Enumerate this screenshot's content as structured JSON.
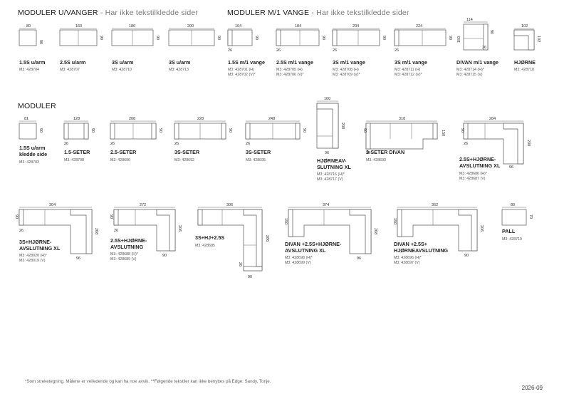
{
  "sections": [
    {
      "title": "MODULER U/VANGER",
      "subtitle": "- Har ikke tekstilkledde sider"
    },
    {
      "title": "MODULER M/1 VANGE",
      "subtitle": "- Har ikke tekstilkledde sider"
    },
    {
      "title": "MODULER",
      "subtitle": ""
    }
  ],
  "items": [
    {
      "name": [
        "1.5S u/arm"
      ],
      "codes": [
        "M3: 428704"
      ],
      "dims": [
        "80",
        "90"
      ]
    },
    {
      "name": [
        "2.5S u/arm"
      ],
      "codes": [
        "M3: 428707"
      ],
      "dims": [
        "160",
        "90"
      ]
    },
    {
      "name": [
        "3S u/arm"
      ],
      "codes": [
        "M3: 428710"
      ],
      "dims": [
        "180",
        "90"
      ]
    },
    {
      "name": [
        "3S u/arm"
      ],
      "codes": [
        "M3: 428713"
      ],
      "dims": [
        "200",
        "90"
      ]
    },
    {
      "name": [
        "1.5S m/1 vange"
      ],
      "codes": [
        "M3: 428701 (H)",
        "M3: 428702 (V)*"
      ],
      "dims": [
        "104",
        "90",
        "26"
      ]
    },
    {
      "name": [
        "2.5S m/1 vange"
      ],
      "codes": [
        "M3: 428705 (H)",
        "M3: 428706 (V)*"
      ],
      "dims": [
        "184",
        "90",
        "26"
      ]
    },
    {
      "name": [
        "3S m/1 vange"
      ],
      "codes": [
        "M3: 428708 (H)",
        "M3: 428709 (V)*"
      ],
      "dims": [
        "204",
        "90",
        "26"
      ]
    },
    {
      "name": [
        "3S m/1 vange"
      ],
      "codes": [
        "M3: 428711 (H)",
        "M3: 428712 (V)*"
      ],
      "dims": [
        "224",
        "90",
        "26"
      ]
    },
    {
      "name": [
        "DIVAN m/1 vange"
      ],
      "codes": [
        "M3: 428714 (H)*",
        "M3: 428715 (V)"
      ],
      "dims": [
        "114",
        "90",
        "150",
        "26"
      ]
    },
    {
      "name": [
        "HJØRNE"
      ],
      "codes": [
        "M3: 428718"
      ],
      "dims": [
        "102",
        "102"
      ]
    },
    {
      "name": [
        "1.5S u/arm",
        "kledde side"
      ],
      "codes": [
        "M3: 428703"
      ],
      "dims": [
        "81",
        "90"
      ]
    },
    {
      "name": [
        "1.5-SETER"
      ],
      "codes": [
        "M3: 428700"
      ],
      "dims": [
        "128",
        "90",
        "26"
      ]
    },
    {
      "name": [
        "2.5-SETER"
      ],
      "codes": [
        "M3: 428690"
      ],
      "dims": [
        "208",
        "90",
        "26"
      ]
    },
    {
      "name": [
        "3S-SETER"
      ],
      "codes": [
        "M3: 428692"
      ],
      "dims": [
        "228",
        "90",
        "26"
      ]
    },
    {
      "name": [
        "3S-SETER"
      ],
      "codes": [
        "M3: 428695"
      ],
      "dims": [
        "248",
        "90",
        "26"
      ]
    },
    {
      "name": [
        "HJØRNEAV-",
        "SLUTNING XL"
      ],
      "codes": [
        "M3: 428716 (H)*",
        "M3: 428717 (V)"
      ],
      "dims": [
        "100",
        "208",
        "96"
      ]
    },
    {
      "name": [
        "3-SETER DIVAN"
      ],
      "codes": [
        "M3: 428693"
      ],
      "dims": [
        "318",
        "90",
        "150",
        "26"
      ]
    },
    {
      "name": [
        "2.5S+HJØRNE-",
        "AVSLUTNING XL"
      ],
      "codes": [
        "M3: 428686 (H)*",
        "M3: 428687 (V)"
      ],
      "dims": [
        "284",
        "90",
        "208",
        "96",
        "26"
      ]
    },
    {
      "name": [
        "3S+HJØRNE-",
        "AVSLUTNING XL"
      ],
      "codes": [
        "M3: 428020 (H)*",
        "M3: 428019 (V)"
      ],
      "dims": [
        "304",
        "90",
        "208",
        "96",
        "26"
      ]
    },
    {
      "name": [
        "2.5S+HJØRNE-",
        "AVSLUTNING"
      ],
      "codes": [
        "M3: 428688 (H)*",
        "M3: 428689 (V)"
      ],
      "dims": [
        "272",
        "90",
        "206",
        "90",
        "26"
      ]
    },
    {
      "name": [
        "3S+HJ+2.5S"
      ],
      "codes": [
        "M3: 428685"
      ],
      "dims": [
        "306",
        "90",
        "286",
        "90",
        "26"
      ]
    },
    {
      "name": [
        "DIVAN +2.5S+HJØRNE-",
        "AVSLUTNING XL"
      ],
      "codes": [
        "M3: 428698 (H)*",
        "M3: 428699 (V)"
      ],
      "dims": [
        "374",
        "150",
        "208",
        "96"
      ]
    },
    {
      "name": [
        "DIVAN +2.5S+",
        "HJØRNEAVSLUTNING"
      ],
      "codes": [
        "M3: 428696 (H)*",
        "M3: 428697 (V)"
      ],
      "dims": [
        "362",
        "150",
        "206",
        "90"
      ]
    },
    {
      "name": [
        "PALL"
      ],
      "codes": [
        "M3: 428719"
      ],
      "dims": [
        "80",
        "70"
      ]
    }
  ],
  "footnote": "*Som streketegning. Målene er veiledende og kan ha noe avvik.   **Følgende tekstiler kan ikke benyttes på Edge: Sandy, Tonje.",
  "date": "2026-09"
}
